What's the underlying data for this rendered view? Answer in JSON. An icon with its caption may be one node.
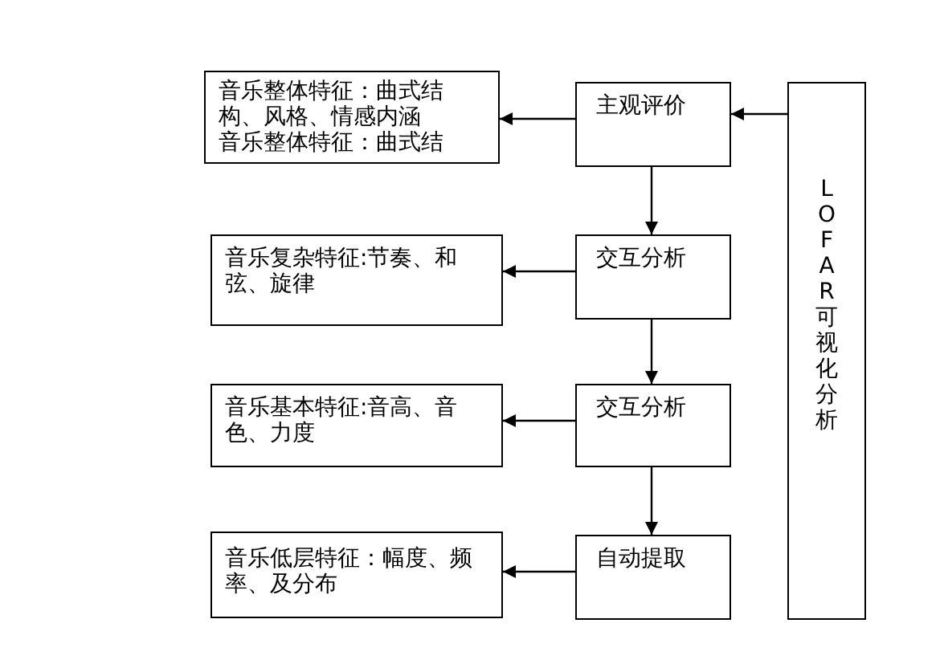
{
  "diagram": {
    "nodes": [
      {
        "text": [
          "音乐整体特征：曲式结构、风格、情感内涵",
          "音乐整体特征：曲式结"
        ]
      },
      {
        "text": [
          "主观评价"
        ]
      },
      {
        "text": [
          "LOFAR可视化分析"
        ]
      },
      {
        "text": [
          "音乐复杂特征:节奏、和弦、旋律"
        ]
      },
      {
        "text": [
          "交互分析"
        ]
      },
      {
        "text": [
          "音乐基本特征:音高、音色、力度"
        ]
      },
      {
        "text": [
          "交互分析"
        ]
      },
      {
        "text": [
          "音乐低层特征：幅度、频率、及分布"
        ]
      },
      {
        "text": [
          "自动提取"
        ]
      }
    ],
    "edges": [
      {
        "from": 2,
        "to": 1,
        "arrow": "to"
      },
      {
        "from": 1,
        "to": 0,
        "arrow": "to"
      },
      {
        "from": 1,
        "to": 4,
        "arrow": "to"
      },
      {
        "from": 4,
        "to": 3,
        "arrow": "to"
      },
      {
        "from": 4,
        "to": 6,
        "arrow": "to"
      },
      {
        "from": 6,
        "to": 5,
        "arrow": "to"
      },
      {
        "from": 6,
        "to": 8,
        "arrow": "to"
      },
      {
        "from": 8,
        "to": 7,
        "arrow": "to"
      }
    ]
  }
}
